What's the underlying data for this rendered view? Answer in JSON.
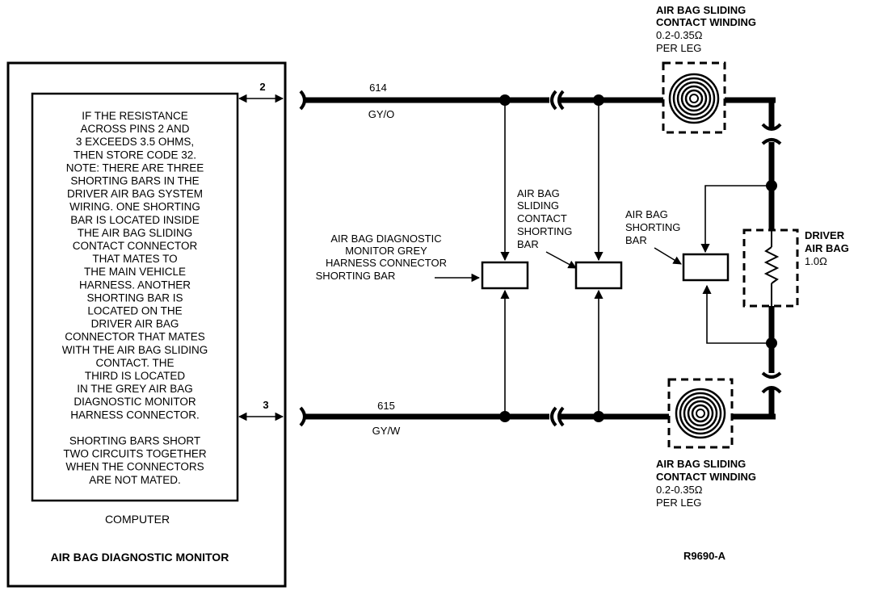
{
  "monitor": {
    "note_lines": [
      "IF THE RESISTANCE",
      "ACROSS PINS 2 AND",
      "3 EXCEEDS 3.5 OHMS,",
      "THEN STORE CODE 32.",
      "NOTE: THERE ARE THREE",
      "SHORTING BARS IN THE",
      "DRIVER AIR BAG SYSTEM",
      "WIRING. ONE SHORTING",
      "BAR IS LOCATED INSIDE",
      "THE AIR BAG SLIDING",
      "CONTACT CONNECTOR",
      "THAT MATES TO",
      "THE MAIN VEHICLE",
      "HARNESS. ANOTHER",
      "SHORTING BAR IS",
      "LOCATED ON THE",
      "DRIVER AIR BAG",
      "CONNECTOR THAT MATES",
      "WITH THE AIR BAG SLIDING",
      "CONTACT. THE",
      "THIRD IS LOCATED",
      "IN THE GREY AIR BAG",
      "DIAGNOSTIC MONITOR",
      "HARNESS CONNECTOR.",
      "",
      "SHORTING BARS SHORT",
      "TWO CIRCUITS TOGETHER",
      "WHEN THE CONNECTORS",
      "ARE NOT MATED."
    ],
    "computer_label": "COMPUTER",
    "title": "AIR BAG DIAGNOSTIC MONITOR",
    "pin_top": "2",
    "pin_bottom": "3"
  },
  "wires": {
    "top_circuit": "614",
    "top_color": "GY/O",
    "bottom_circuit": "615",
    "bottom_color": "GY/W"
  },
  "shorting_bars": {
    "grey_connector": [
      "AIR BAG DIAGNOSTIC",
      "MONITOR GREY",
      "HARNESS CONNECTOR",
      "SHORTING BAR"
    ],
    "sliding_contact": [
      "AIR BAG",
      "SLIDING",
      "CONTACT",
      "SHORTING",
      "BAR"
    ],
    "air_bag": [
      "AIR BAG",
      "SHORTING",
      "BAR"
    ]
  },
  "windings": {
    "top": {
      "title_lines": [
        "AIR BAG SLIDING",
        "CONTACT WINDING"
      ],
      "value": "0.2-0.35Ω",
      "per_leg": "PER LEG"
    },
    "bottom": {
      "title_lines": [
        "AIR BAG SLIDING",
        "CONTACT WINDING"
      ],
      "value": "0.2-0.35Ω",
      "per_leg": "PER LEG"
    }
  },
  "driver_air_bag": {
    "title_lines": [
      "DRIVER",
      "AIR BAG"
    ],
    "value": "1.0Ω"
  },
  "figure_id": "R9690-A"
}
